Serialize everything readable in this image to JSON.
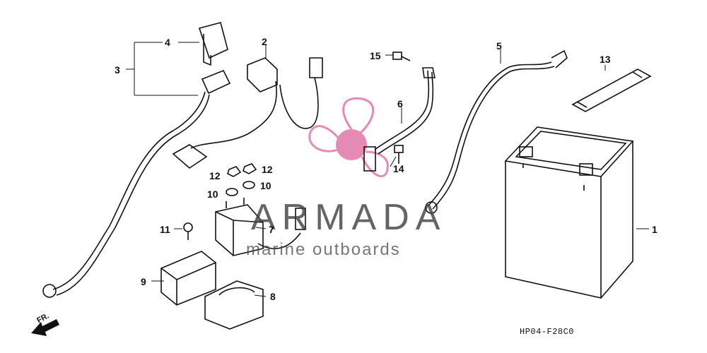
{
  "diagram_code": "HP04-F28C0",
  "watermark": {
    "title": "ARMADA",
    "subtitle": "marine outboards",
    "color": "#e58bb3"
  },
  "front_indicator": "FR.",
  "callouts": [
    {
      "id": "c1",
      "text": "1"
    },
    {
      "id": "c2",
      "text": "2"
    },
    {
      "id": "c3",
      "text": "3"
    },
    {
      "id": "c4",
      "text": "4"
    },
    {
      "id": "c5",
      "text": "5"
    },
    {
      "id": "c6",
      "text": "6"
    },
    {
      "id": "c7",
      "text": "7"
    },
    {
      "id": "c8",
      "text": "8"
    },
    {
      "id": "c9",
      "text": "9"
    },
    {
      "id": "c10a",
      "text": "10"
    },
    {
      "id": "c10b",
      "text": "10"
    },
    {
      "id": "c11",
      "text": "11"
    },
    {
      "id": "c12a",
      "text": "12"
    },
    {
      "id": "c12b",
      "text": "12"
    },
    {
      "id": "c13",
      "text": "13"
    },
    {
      "id": "c14",
      "text": "14"
    },
    {
      "id": "c15",
      "text": "15"
    }
  ]
}
